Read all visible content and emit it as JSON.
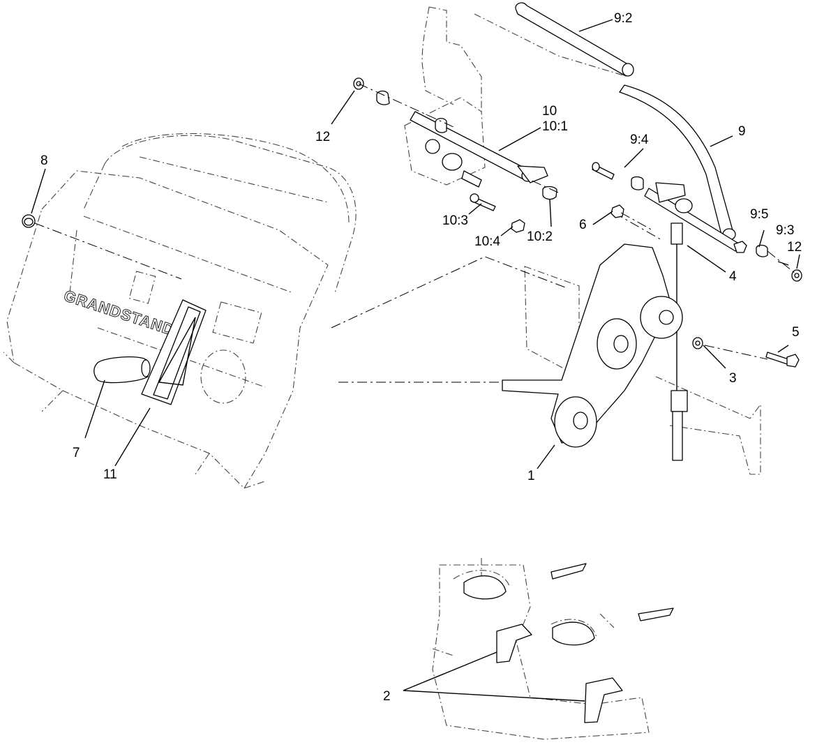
{
  "callouts": {
    "c1": "1",
    "c2": "2",
    "c3": "3",
    "c4": "4",
    "c5": "5",
    "c6": "6",
    "c7": "7",
    "c8": "8",
    "c9": "9",
    "c9_2": "9:2",
    "c9_3": "9:3",
    "c9_4": "9:4",
    "c9_5": "9:5",
    "c10": "10",
    "c10_1": "10:1",
    "c10_2": "10:2",
    "c10_3": "10:3",
    "c10_4": "10:4",
    "c11": "11",
    "c12a": "12",
    "c12b": "12"
  },
  "console": {
    "brand": "GRANDSTAND"
  }
}
